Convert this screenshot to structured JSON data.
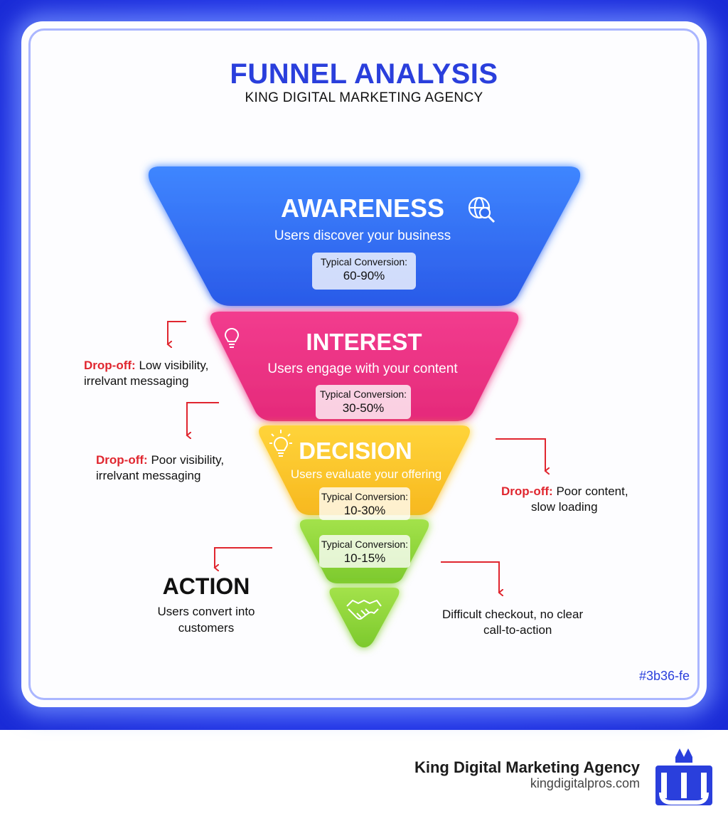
{
  "header": {
    "title": "FUNNEL ANALYSIS",
    "subtitle": "KING DIGITAL MARKETING AGENCY"
  },
  "stages": [
    {
      "title": "AWARENESS",
      "description": "Users discover your business",
      "conversion_label": "Typical Conversion:",
      "conversion_value": "60-90%",
      "color": "#2f72f2",
      "icon": "magnifier-globe-icon"
    },
    {
      "title": "INTEREST",
      "description": "Users engage with your content",
      "conversion_label": "Typical Conversion:",
      "conversion_value": "30-50%",
      "color": "#ef2f84",
      "icon": "lightbulb-icon"
    },
    {
      "title": "DECISION",
      "description": "Users evaluate your offering",
      "conversion_label": "Typical Conversion:",
      "conversion_value": "10-30%",
      "color": "#fcc52a",
      "icon": "bright-lightbulb-icon"
    },
    {
      "title": "",
      "description": "",
      "conversion_label": "Typical Conversion:",
      "conversion_value": "10-15%",
      "color": "#8fd63a",
      "icon": ""
    },
    {
      "title": "",
      "description": "",
      "conversion_label": "",
      "conversion_value": "",
      "color": "#8fd63a",
      "icon": "handshake-icon"
    }
  ],
  "dropoffs": {
    "interest": {
      "label": "Drop-off:",
      "text_line1": "Low visibility,",
      "text_line2": "irrelvant messaging"
    },
    "decision": {
      "label": "Drop-off:",
      "text_line1": "Poor visibility,",
      "text_line2": "irrelvant messaging"
    },
    "right": {
      "label": "Drop-off:",
      "text_line1": "Poor content,",
      "text_line2": "slow loading"
    },
    "checkout": {
      "text_line1": "Difficult checkout, no clear",
      "text_line2": "call-to-action"
    }
  },
  "action": {
    "title": "ACTION",
    "description_line1": "Users convert into",
    "description_line2": "customers"
  },
  "code": "#3b36-fe",
  "footer": {
    "brand": "King Digital Marketing Agency",
    "url": "kingdigitalpros.com"
  },
  "colors": {
    "band": "#2438ee",
    "accent": "#2a3fdc",
    "dropoff": "#e0262f"
  }
}
